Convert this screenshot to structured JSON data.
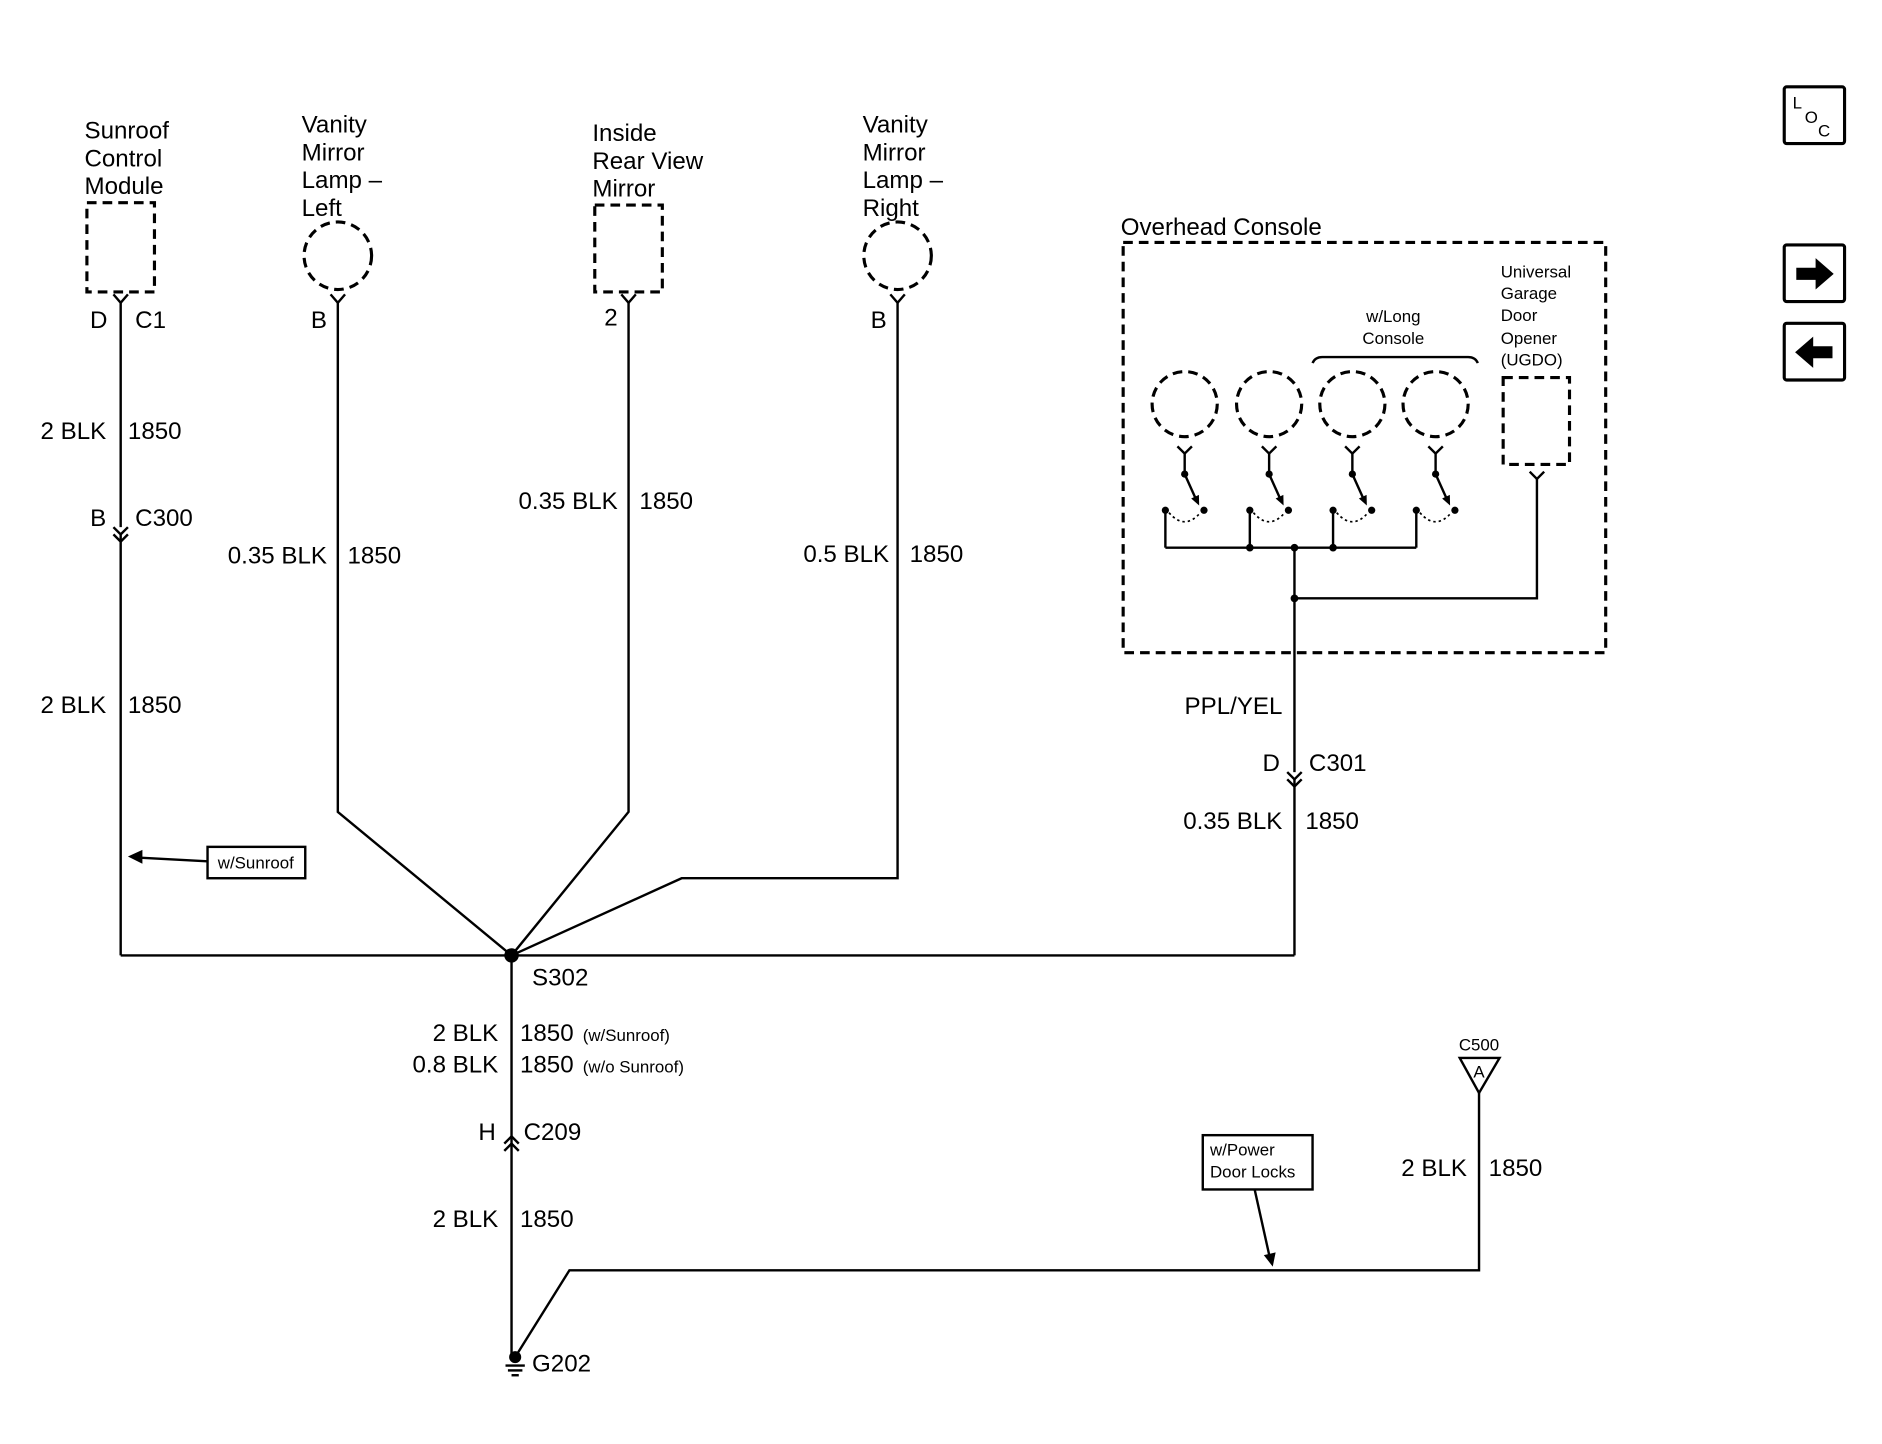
{
  "diagram": {
    "components": {
      "sunroof_control_module": {
        "label": [
          "Sunroof",
          "Control",
          "Module"
        ],
        "pin": "D",
        "connector": "C1"
      },
      "vanity_mirror_lamp_left": {
        "label": [
          "Vanity",
          "Mirror",
          "Lamp –",
          "Left"
        ],
        "pin": "B"
      },
      "inside_rear_view_mirror": {
        "label": [
          "Inside",
          "Rear View",
          "Mirror"
        ],
        "pin": "2"
      },
      "vanity_mirror_lamp_right": {
        "label": [
          "Vanity",
          "Mirror",
          "Lamp –",
          "Right"
        ],
        "pin": "B"
      },
      "overhead_console": {
        "label": "Overhead Console",
        "long_console_group": [
          "w/Long",
          "Console"
        ],
        "ugdo": [
          "Universal",
          "Garage",
          "Door",
          "Opener",
          "(UGDO)"
        ]
      }
    },
    "connectors": {
      "c300": {
        "name": "C300",
        "pin": "B"
      },
      "c301": {
        "name": "C301",
        "pin": "D"
      },
      "c209": {
        "name": "C209",
        "pin": "H"
      },
      "c500": {
        "name": "C500",
        "pin": "A"
      }
    },
    "splice": "S302",
    "ground": "G202",
    "wires": {
      "sunroof_upper": {
        "size_color": "2 BLK",
        "circuit": "1850"
      },
      "sunroof_lower": {
        "size_color": "2 BLK",
        "circuit": "1850"
      },
      "lamp_left": {
        "size_color": "0.35 BLK",
        "circuit": "1850"
      },
      "mirror": {
        "size_color": "0.35 BLK",
        "circuit": "1850"
      },
      "lamp_right": {
        "size_color": "0.5 BLK",
        "circuit": "1850"
      },
      "console_upper": {
        "size_color": "PPL/YEL"
      },
      "console_lower": {
        "size_color": "0.35 BLK",
        "circuit": "1850"
      },
      "splice_to_c209": [
        {
          "size_color": "2 BLK",
          "circuit": "1850",
          "option": "(w/Sunroof)"
        },
        {
          "size_color": "0.8 BLK",
          "circuit": "1850",
          "option": "(w/o Sunroof)"
        }
      ],
      "c209_to_ground": {
        "size_color": "2 BLK",
        "circuit": "1850"
      },
      "c500_to_ground": {
        "size_color": "2 BLK",
        "circuit": "1850"
      }
    },
    "options": {
      "sunroof": "w/Sunroof",
      "power_door_locks": [
        "w/Power",
        "Door Locks"
      ]
    }
  },
  "nav": {
    "loc": [
      "L",
      "O",
      "C"
    ],
    "next_icon": "right-arrow-icon",
    "previous_icon": "left-arrow-icon"
  },
  "colors": {
    "ink": "#000000",
    "background": "#ffffff"
  }
}
